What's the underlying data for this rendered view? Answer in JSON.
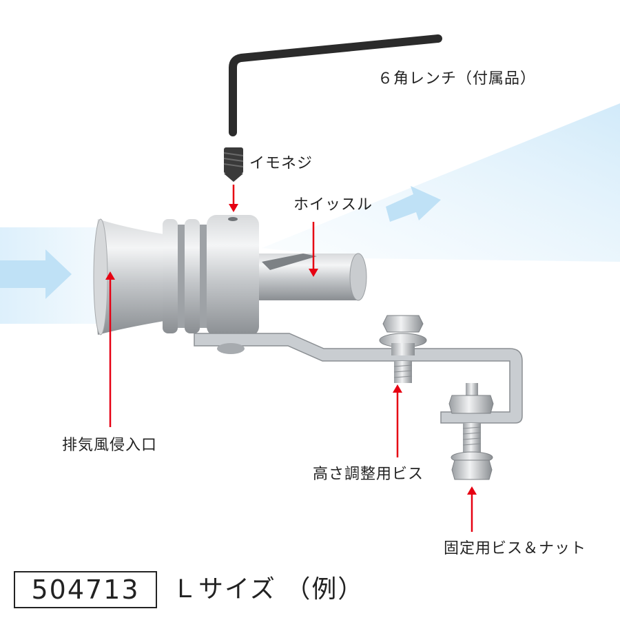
{
  "colors": {
    "callout_arrow": "#e60012",
    "airflow": "#cfe9f9",
    "airflow_arrow": "#bfe1f6",
    "metal_light": "#e6e7e8",
    "metal_mid": "#b9bcbf",
    "metal_dark": "#6f7377",
    "wrench": "#2b2b2b",
    "text": "#222222"
  },
  "labels": {
    "hex_wrench": "６角レンチ（付属品）",
    "set_screw": "イモネジ",
    "whistle": "ホイッスル",
    "exhaust_inlet": "排気風侵入口",
    "height_screw": "高さ調整用ビス",
    "fixing_screw_nut": "固定用ビス＆ナット"
  },
  "product": {
    "code": "504713",
    "size_caption": "Ｌサイズ （例）"
  },
  "icons": [
    "hex-wrench-icon",
    "set-screw-icon",
    "exhaust-whistle-body-icon",
    "mounting-bracket-icon",
    "bolt-nut-icon",
    "airflow-arrow-icon"
  ]
}
